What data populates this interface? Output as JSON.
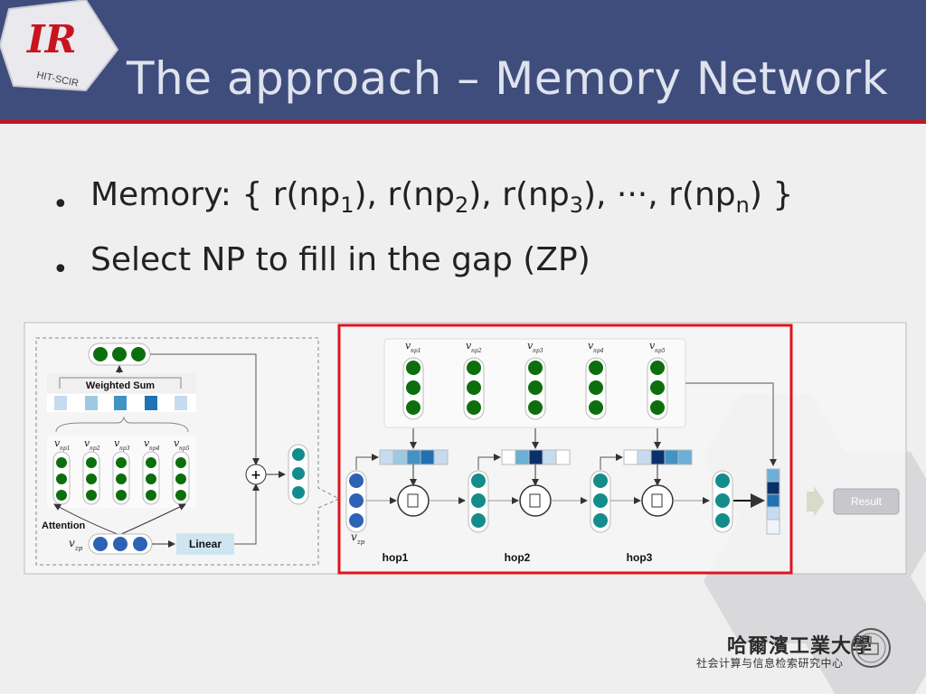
{
  "header": {
    "title": "The approach – Memory Network",
    "logo_mark": "IR",
    "logo_sub": "HIT-SCIR"
  },
  "bullets": [
    {
      "prefix": "Memory: { r(np",
      "parts": [
        {
          "sub": "1",
          "after": "), r(np"
        },
        {
          "sub": "2",
          "after": "), r(np"
        },
        {
          "sub": "3",
          "after": "), ···, r(np"
        },
        {
          "sub": "n",
          "after": ") }"
        }
      ]
    },
    {
      "prefix": "Select NP to fill in the gap (ZP)",
      "parts": []
    }
  ],
  "figure": {
    "weighted_sum_label": "Weighted Sum",
    "attention_label": "Attention",
    "linear_label": "Linear",
    "plus_symbol": "+",
    "np_labels": [
      "v",
      "v",
      "v",
      "v",
      "v"
    ],
    "np_subs": [
      "np1",
      "np2",
      "np3",
      "np4",
      "np5"
    ],
    "zp_label": "v",
    "zp_sub": "zp",
    "hops": [
      "hop1",
      "hop2",
      "hop3"
    ],
    "result_label": "Result"
  },
  "footer": {
    "school_name": "哈爾濱工業大學",
    "center_name": "社会计算与信息检索研究中心"
  },
  "colors": {
    "header_bg": "#3f4d7d",
    "accent_red": "#c8141e",
    "node_green": "#0d6e0d",
    "node_blue": "#2d62b4",
    "node_teal": "#148c8c"
  }
}
